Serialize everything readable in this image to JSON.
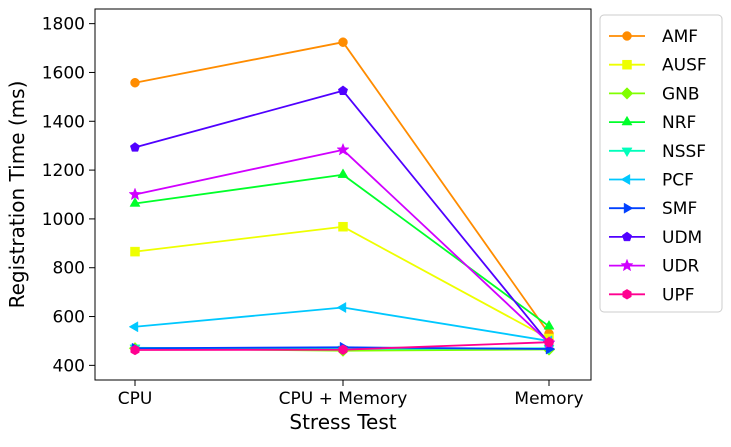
{
  "chart_data": {
    "type": "line",
    "title": "",
    "xlabel": "Stress Test",
    "ylabel": "Registration Time (ms)",
    "categories": [
      "CPU",
      "CPU + Memory",
      "Memory"
    ],
    "ylim": [
      340,
      1860
    ],
    "yticks": [
      400,
      600,
      800,
      1000,
      1200,
      1400,
      1600,
      1800
    ],
    "grid": false,
    "legend_position": "outside-right",
    "series": [
      {
        "name": "AMF",
        "color": "#ff8c00",
        "marker": "circle",
        "values": [
          1558,
          1724,
          530
        ]
      },
      {
        "name": "AUSF",
        "color": "#eeff00",
        "marker": "square",
        "values": [
          866,
          968,
          510
        ]
      },
      {
        "name": "GNB",
        "color": "#80ff00",
        "marker": "diamond",
        "values": [
          470,
          460,
          465
        ]
      },
      {
        "name": "NRF",
        "color": "#00ff2a",
        "marker": "triangle-up",
        "values": [
          1063,
          1181,
          560
        ]
      },
      {
        "name": "NSSF",
        "color": "#00ffbb",
        "marker": "triangle-down",
        "values": [
          472,
          467,
          470
        ]
      },
      {
        "name": "PCF",
        "color": "#00c8ff",
        "marker": "triangle-left",
        "values": [
          558,
          637,
          500
        ]
      },
      {
        "name": "SMF",
        "color": "#0040ff",
        "marker": "triangle-right",
        "values": [
          470,
          474,
          467
        ]
      },
      {
        "name": "UDM",
        "color": "#5000ff",
        "marker": "pentagon",
        "values": [
          1293,
          1525,
          490
        ]
      },
      {
        "name": "UDR",
        "color": "#d000ff",
        "marker": "star",
        "values": [
          1100,
          1283,
          492
        ]
      },
      {
        "name": "UPF",
        "color": "#ff0090",
        "marker": "hexagon",
        "values": [
          463,
          464,
          495
        ]
      }
    ]
  }
}
